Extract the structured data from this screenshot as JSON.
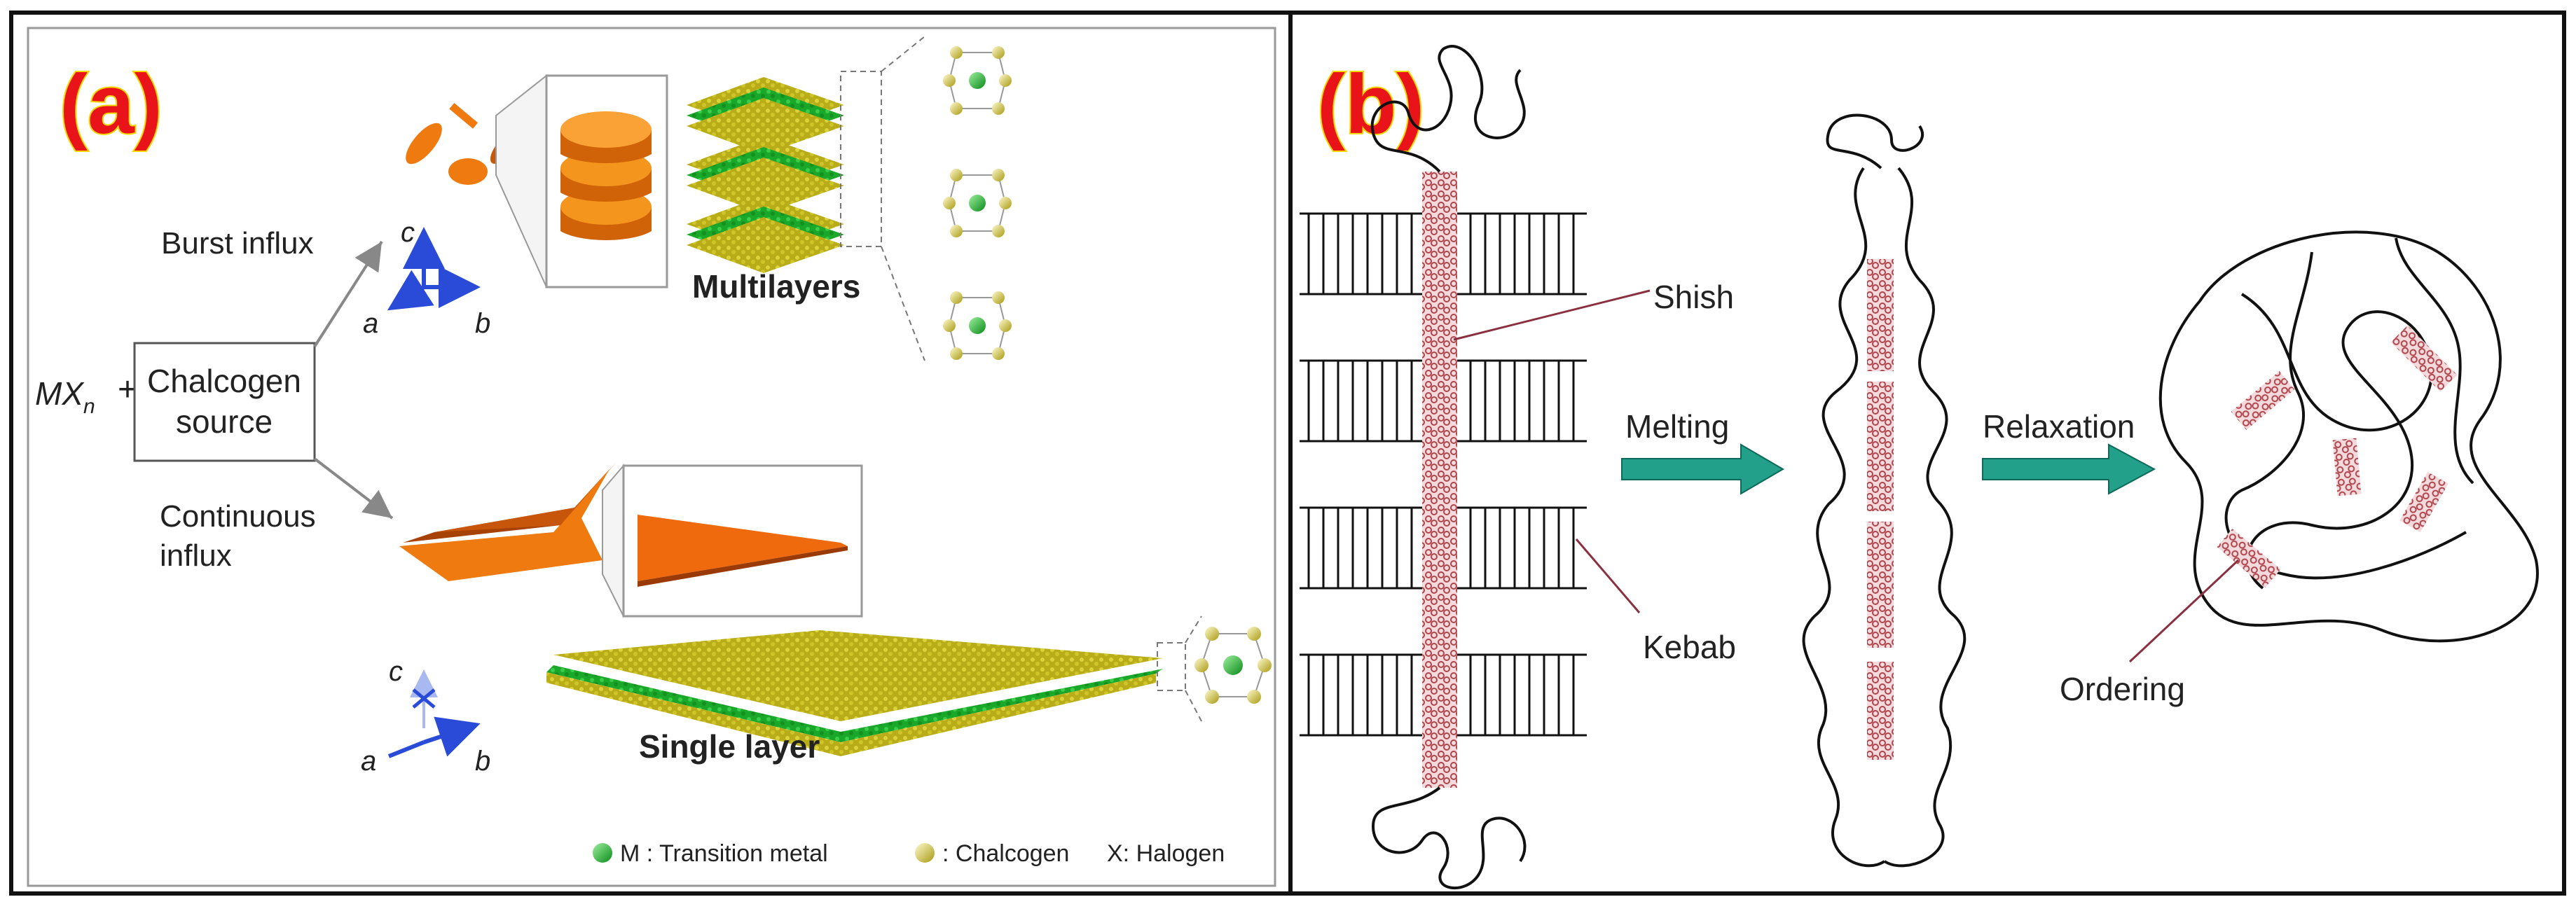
{
  "panel_a": {
    "label": "(a)",
    "precursor": "MX",
    "precursor_sub": "n",
    "plus": "+",
    "source_line1": "Chalcogen",
    "source_line2": "source",
    "burst_influx": "Burst influx",
    "continuous_line1": "Continuous",
    "continuous_line2": "influx",
    "multilayers": "Multilayers",
    "single_layer": "Single layer",
    "axis_c": "c",
    "axis_a": "a",
    "axis_b": "b",
    "legend_metal": "M : Transition metal",
    "legend_chalcogen": ": Chalcogen",
    "legend_halogen": "X: Halogen"
  },
  "panel_b": {
    "label": "(b)",
    "shish": "Shish",
    "kebab": "Kebab",
    "melting": "Melting",
    "relaxation": "Relaxation",
    "ordering": "Ordering"
  },
  "colors": {
    "panel_label_fill": "#e8141a",
    "panel_label_outline": "#f5d800",
    "metal": "#22bb22",
    "chalcogen": "#c8c020",
    "orange": "#ee7a10",
    "orange_dark": "#b84a06",
    "arrow_teal": "#22a08a",
    "axis_blue": "#2a4bd8",
    "crystal_red": "#b0444c"
  }
}
